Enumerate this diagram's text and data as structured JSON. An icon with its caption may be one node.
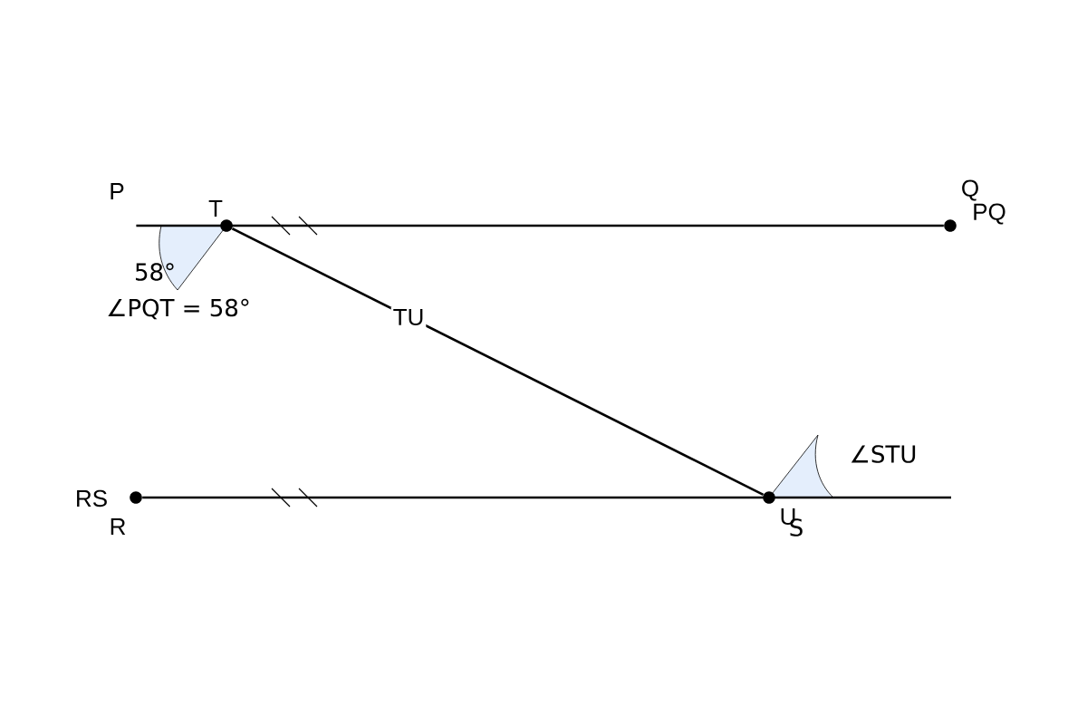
{
  "diagram": {
    "nodes": [
      {
        "text": [
          "P"
        ]
      },
      {
        "text": [
          "T"
        ]
      },
      {
        "text": [
          "Q"
        ]
      },
      {
        "text": [
          "R"
        ]
      },
      {
        "text": [
          "U"
        ]
      }
    ],
    "edges": [
      {
        "from": 0,
        "to": 2,
        "arrow": "none",
        "label": "PQ"
      },
      {
        "from": 1,
        "to": 4,
        "arrow": "none",
        "label": "TU"
      },
      {
        "from": 3,
        "to": null,
        "arrow": "none",
        "label": "RS"
      }
    ],
    "labels": [
      "58°",
      "∠PQT = 58°",
      "∠STU",
      "S"
    ]
  }
}
